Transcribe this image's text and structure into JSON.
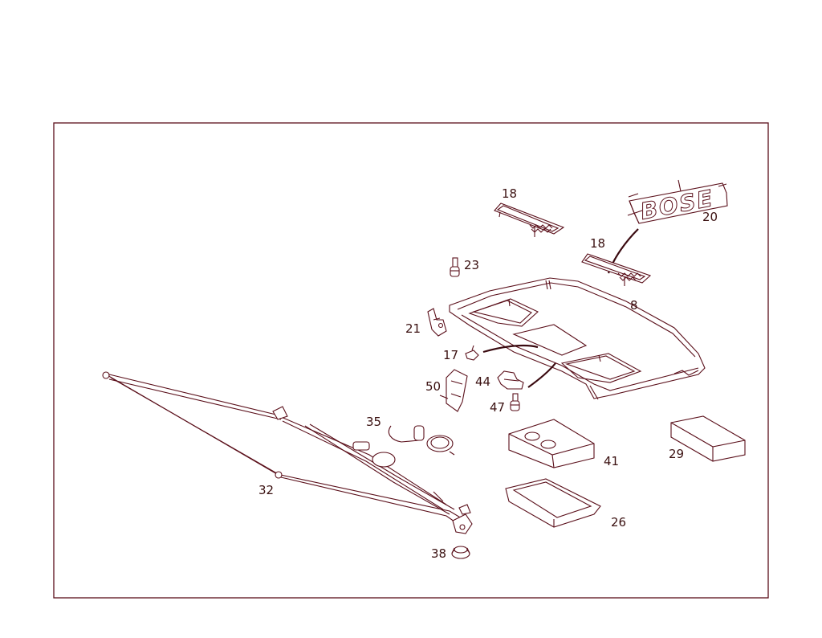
{
  "diagram": {
    "colors": {
      "line": "#5a0f1a",
      "label": "#3a1010",
      "frame": "#5a0f1a"
    },
    "logo_text": "BOSE",
    "callouts": [
      "18",
      "20",
      "18",
      "23",
      "8",
      "21",
      "17",
      "44",
      "50",
      "47",
      "35",
      "41",
      "29",
      "32",
      "26",
      "38"
    ]
  }
}
